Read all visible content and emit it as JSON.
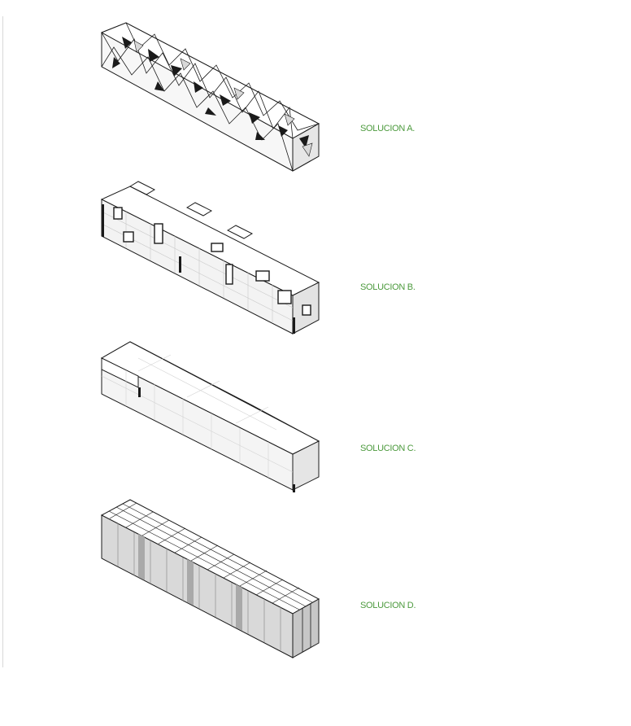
{
  "labels": {
    "a": "SOLUCION A.",
    "b": "SOLUCION B.",
    "c": "SOLUCION C.",
    "d": "SOLUCION D."
  },
  "colors": {
    "label": "#4c9a3d",
    "line": "#1a1a1a",
    "face_light": "#ffffff",
    "face_mid": "#efefef",
    "face_dark": "#d6d6d6"
  }
}
